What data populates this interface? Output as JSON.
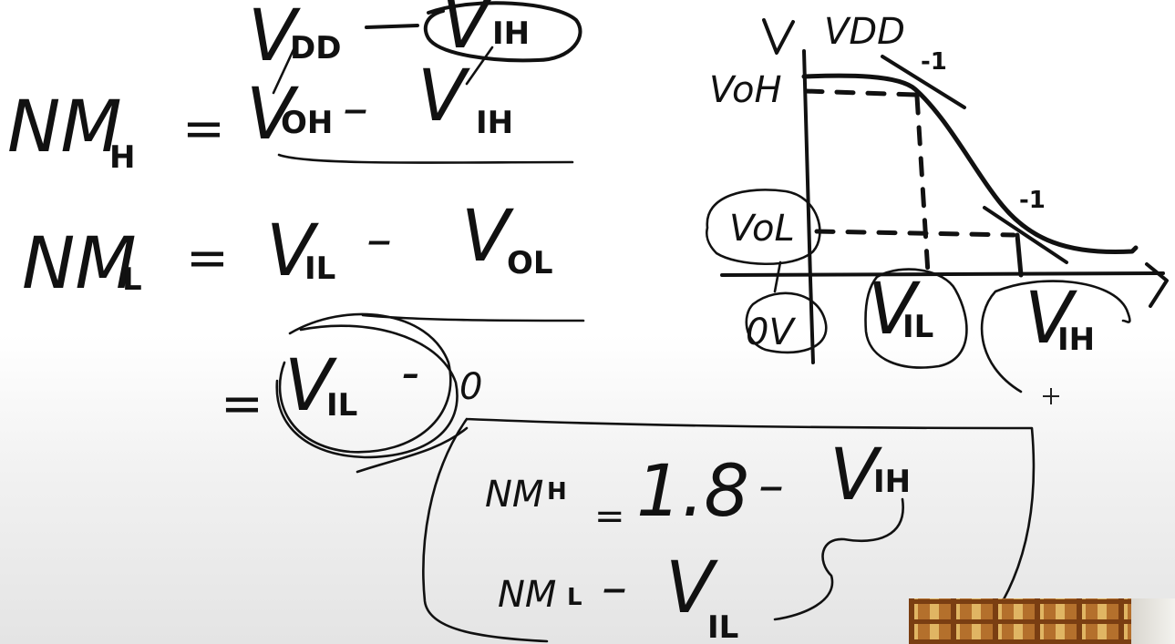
{
  "whiteboard": {
    "eq_nmh": {
      "lhs": "NM",
      "lhs_sub": "H",
      "equals": "=",
      "term1": "V",
      "term1_sub": "OH",
      "minus": "–",
      "term2": "V",
      "term2_sub": "IH"
    },
    "annotation_top": {
      "vdd": "V",
      "vdd_sub": "DD",
      "dash": "—",
      "vih": "V",
      "vih_sub": "IH"
    },
    "eq_nml": {
      "lhs": "NM",
      "lhs_sub": "L",
      "equals": "=",
      "term1": "V",
      "term1_sub": "IL",
      "minus": "–",
      "term2": "V",
      "term2_sub": "OL"
    },
    "eq_nml_line2": {
      "equals": "=",
      "term1": "V",
      "term1_sub": "IL",
      "minus": "-",
      "term2": "0"
    },
    "vtc_graph": {
      "y_axis_label": "V",
      "vdd_label": "VDD",
      "voh_label": "VoH",
      "vol_label": "VoL",
      "zero_label": "0V",
      "vil_label": "V",
      "vil_sub": "IL",
      "vih_label": "V",
      "vih_sub": "IH",
      "slope_top": "-1",
      "slope_bottom": "-1"
    },
    "summary_box": {
      "line1_lhs": "NM",
      "line1_lhs_sub": "H",
      "line1_equals": "=",
      "line1_value": "1.8",
      "line1_minus": "–",
      "line1_term": "V",
      "line1_term_sub": "IH",
      "line2_lhs": "NM",
      "line2_lhs_sub": "L",
      "line2_minus": "–",
      "line2_term": "V",
      "line2_term_sub": "IL"
    }
  }
}
